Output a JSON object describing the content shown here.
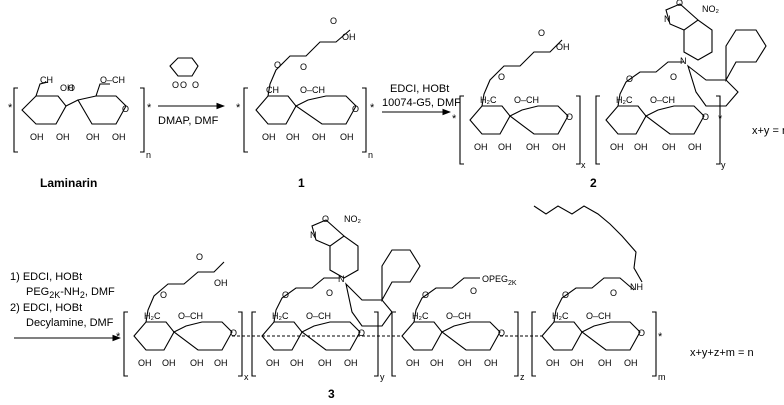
{
  "compounds": {
    "laminarin": "Laminarin",
    "c1": "1",
    "c2": "2",
    "c3": "3"
  },
  "reagents": {
    "step1": "DMAP, DMF",
    "step2_line1": "EDCI, HOBt",
    "step2_line2": "10074-G5, DMF",
    "step3_line1": "1) EDCI, HOBt",
    "step3_line2": "PEG",
    "step3_line2_sub": "2K",
    "step3_line2_tail": "-NH",
    "step3_line2_sub2": "2",
    "step3_line2_end": ", DMF",
    "step3_line3": "2) EDCI, HOBt",
    "step3_line4": "Decylamine, DMF"
  },
  "atoms": {
    "OH": "OH",
    "O": "O",
    "N": "N",
    "NO2": "NO",
    "NO2_sub": "2",
    "CH2OH": "CH",
    "H2C": "H",
    "PEG": "OPEG",
    "PEG_sub": "2K",
    "NH": "NH",
    "star": "*"
  },
  "subscripts": {
    "n": "n",
    "x": "x",
    "y": "y",
    "z": "z",
    "m": "m"
  },
  "equations": {
    "eq2": "x+y = n",
    "eq3": "x+y+z+m = n"
  }
}
